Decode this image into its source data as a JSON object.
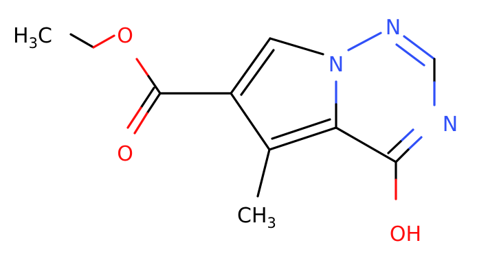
{
  "colors": {
    "carbon": "#000000",
    "oxygen": "#ff0d0d",
    "nitrogen": "#3050f8",
    "background": "#ffffff"
  },
  "labels": {
    "methyl_ester": {
      "main": "H",
      "sub": "3",
      "tail": "C"
    },
    "ester_oxygen": "O",
    "carbonyl_oxygen": "O",
    "ring_n_bridge": "N",
    "ring_n_top": "N",
    "ring_n_right": "N",
    "methyl_ring": {
      "main": "CH",
      "sub": "3"
    },
    "hydroxyl": "OH"
  }
}
